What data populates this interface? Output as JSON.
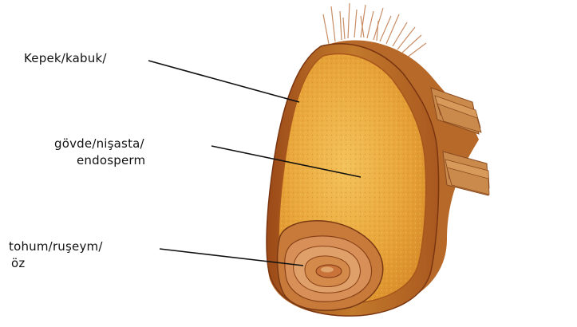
{
  "labels": {
    "bran": "Kepek/kabuk/",
    "endosperm_line1": "gövde/nişasta/",
    "endosperm_line2": "endosperm",
    "germ_line1": "tohum/ruşeym/",
    "germ_line2": "öz"
  },
  "colors": {
    "husk": "#b5651d",
    "husk_dark": "#8a3f14",
    "endosperm": "#e9a63a",
    "germ": "#d48a4a",
    "leader_line": "#111111"
  }
}
